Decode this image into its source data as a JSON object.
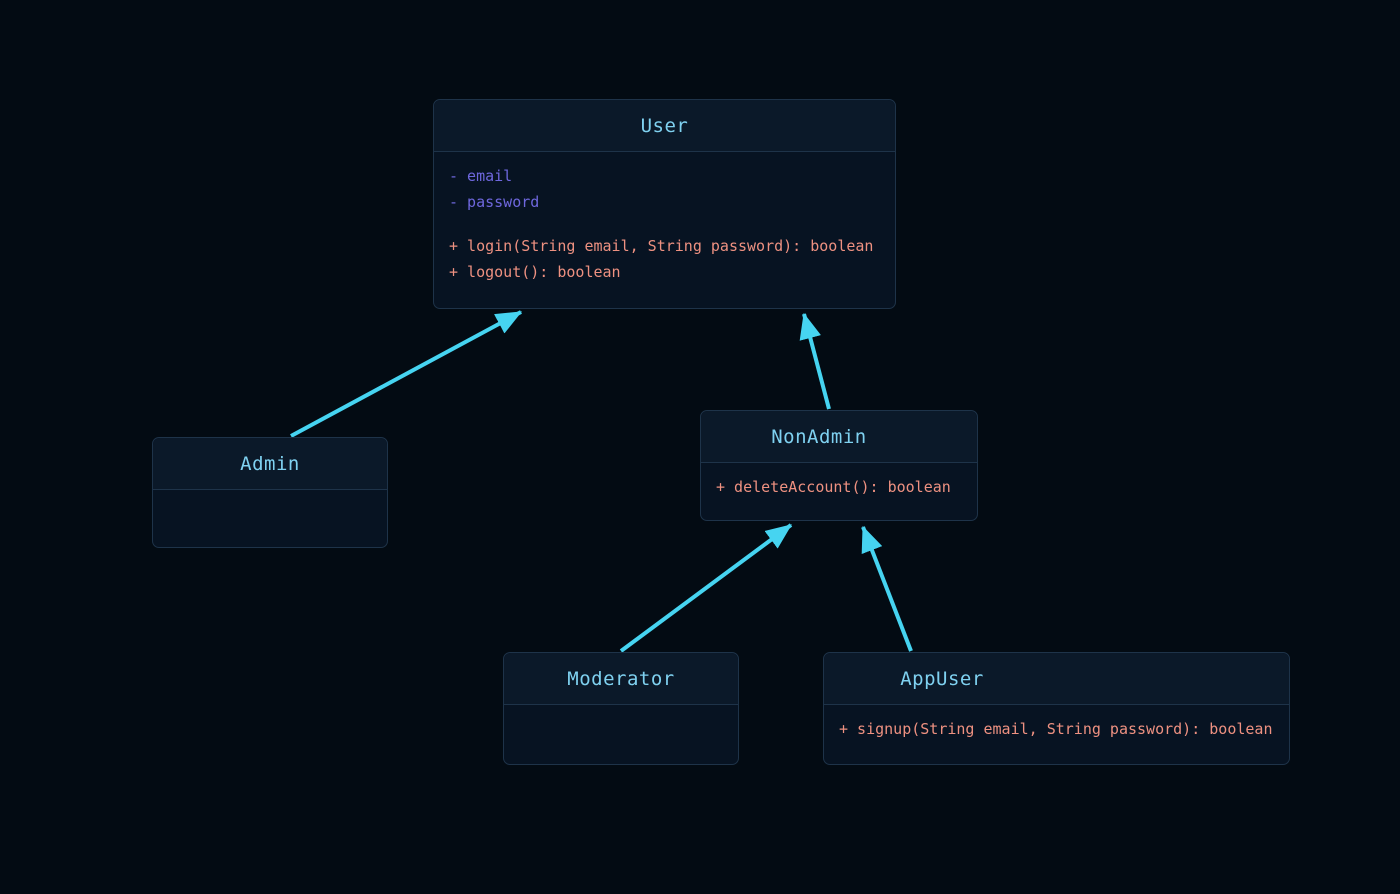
{
  "diagram": {
    "kind": "uml-class-diagram",
    "classes": [
      {
        "name": "User",
        "attributes": [
          "- email",
          "- password"
        ],
        "methods": [
          "+ login(String email, String password): boolean",
          "+ logout(): boolean"
        ]
      },
      {
        "name": "Admin",
        "attributes": [],
        "methods": []
      },
      {
        "name": "NonAdmin",
        "attributes": [],
        "methods": [
          "+ deleteAccount(): boolean"
        ]
      },
      {
        "name": "Moderator",
        "attributes": [],
        "methods": []
      },
      {
        "name": "AppUser",
        "attributes": [],
        "methods": [
          "+ signup(String email, String password): boolean"
        ]
      }
    ],
    "relationships": [
      {
        "from": "Admin",
        "to": "User",
        "type": "inheritance"
      },
      {
        "from": "NonAdmin",
        "to": "User",
        "type": "inheritance"
      },
      {
        "from": "Moderator",
        "to": "NonAdmin",
        "type": "inheritance"
      },
      {
        "from": "AppUser",
        "to": "NonAdmin",
        "type": "inheritance"
      }
    ],
    "colors": {
      "background": "#030b13",
      "box_fill": "#071322",
      "box_header_fill": "#0b1929",
      "box_border": "#1e3349",
      "class_name_text": "#7fd1f0",
      "attribute_text": "#6e67dd",
      "method_text": "#ee9181",
      "arrow": "#46d4f1"
    }
  }
}
